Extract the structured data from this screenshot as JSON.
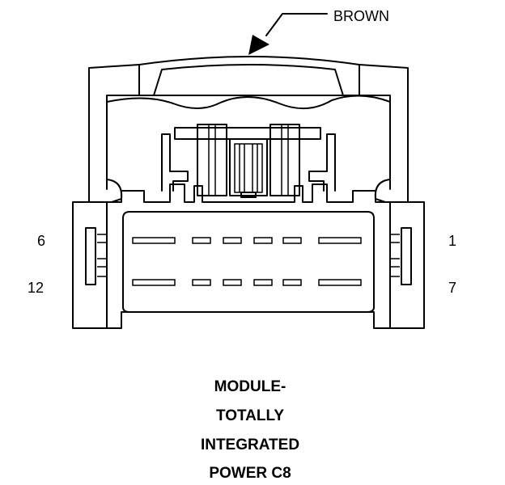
{
  "callout": {
    "label": "BROWN"
  },
  "pins": {
    "top_left": "6",
    "bottom_left": "12",
    "top_right": "1",
    "bottom_right": "7"
  },
  "title": {
    "lines": [
      "MODULE-",
      "TOTALLY",
      "INTEGRATED",
      "POWER C8"
    ]
  }
}
